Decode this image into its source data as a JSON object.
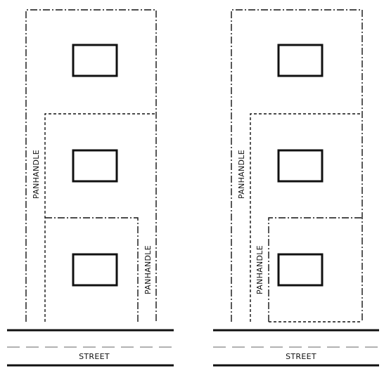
{
  "diagrams": [
    {
      "panhandle_labels": [
        "PANHANDLE",
        "PANHANDLE"
      ],
      "street_label": "STREET"
    },
    {
      "panhandle_labels": [
        "PANHANDLE",
        "PANHANDLE"
      ],
      "street_label": "STREET"
    }
  ]
}
